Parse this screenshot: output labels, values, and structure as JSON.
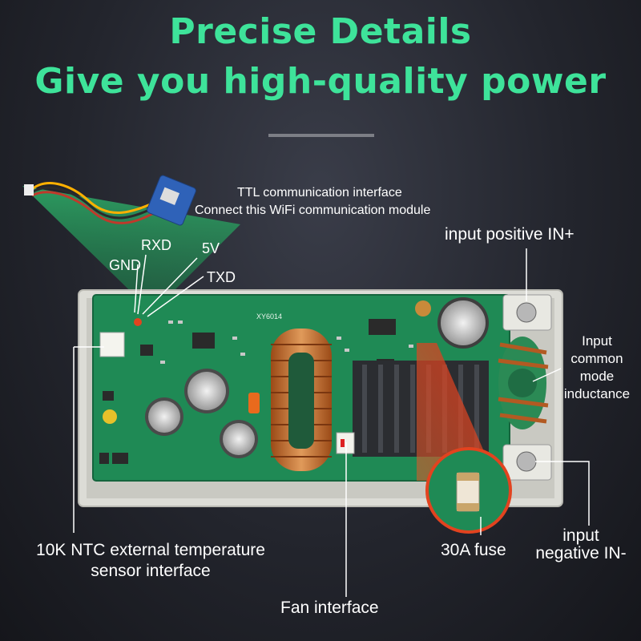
{
  "heading": {
    "line1": "Precise Details",
    "line2": "Give you high-quality power"
  },
  "board": {
    "model_marking": "XY6014"
  },
  "labels": {
    "ttl_line1": "TTL communication interface",
    "ttl_line2": "Connect this WiFi communication module",
    "rxd": "RXD",
    "gnd": "GND",
    "v5": "5V",
    "txd": "TXD",
    "input_positive": "input positive IN+",
    "input_common_line1": "Input",
    "input_common_line2": "common",
    "input_common_line3": "mode",
    "input_common_line4": "inductance",
    "input_negative_line1": "input",
    "input_negative_line2": "negative IN-",
    "ntc_line1": "10K NTC external temperature",
    "ntc_line2": "sensor interface",
    "fuse": "30A fuse",
    "fan": "Fan interface"
  },
  "colors": {
    "accent_green": "#3ee39a",
    "background": "#23252d",
    "pcb_green": "#1f8a55",
    "highlight_red": "#e2431f"
  }
}
